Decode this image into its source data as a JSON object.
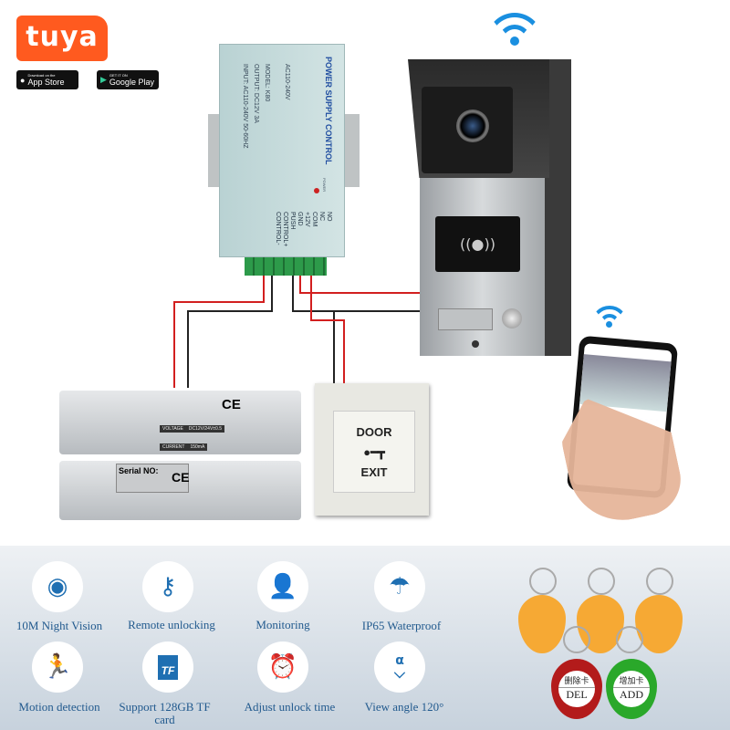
{
  "branding": {
    "logo": "tuya",
    "app_store": {
      "small": "Download on the",
      "label": "App Store"
    },
    "google_play": {
      "small": "GET IT ON",
      "label": "Google Play"
    }
  },
  "power_supply": {
    "title": "POWER SUPPLY CONTROL",
    "specs": [
      "INPUT: AC110-240V 50-60HZ",
      "OUTPUT: DC12V 3A",
      "MODEL: K80",
      "AC110-240V"
    ],
    "terminals": [
      "CONTROL-",
      "CONTROL+",
      "PUSH",
      "GND",
      "+12V",
      "COM",
      "NC",
      "NO"
    ],
    "power_label": "POWER"
  },
  "lock": {
    "voltage_label": "VOLTAGE",
    "voltage": "DC12V/24V±0.5",
    "current_label": "CURRENT",
    "current": "150mA",
    "serial": "Serial NO:",
    "ce": "CE"
  },
  "exit_button": {
    "top": "DOOR",
    "bottom": "EXIT"
  },
  "features": [
    {
      "icon": "eye-icon",
      "label": "10M Night Vision"
    },
    {
      "icon": "key-icon",
      "label": "Remote unlocking"
    },
    {
      "icon": "person-icon",
      "label": "Monitoring"
    },
    {
      "icon": "umbrella-icon",
      "label": "IP65 Waterproof"
    },
    {
      "icon": "running-person-icon",
      "label": "Motion detection"
    },
    {
      "icon": "tf-card-icon",
      "label": "Support 128GB TF card",
      "badge": "TF"
    },
    {
      "icon": "alarm-clock-icon",
      "label": "Adjust unlock time"
    },
    {
      "icon": "angle-icon",
      "label": "View angle  120°",
      "glyph": "α"
    }
  ],
  "keyfobs": {
    "del": {
      "cn": "删除卡",
      "en": "DEL"
    },
    "add": {
      "cn": "增加卡",
      "en": "ADD"
    }
  },
  "colors": {
    "tuya": "#ff5a1f",
    "accent": "#1f6fb2",
    "wifi": "#1a8fe0"
  }
}
